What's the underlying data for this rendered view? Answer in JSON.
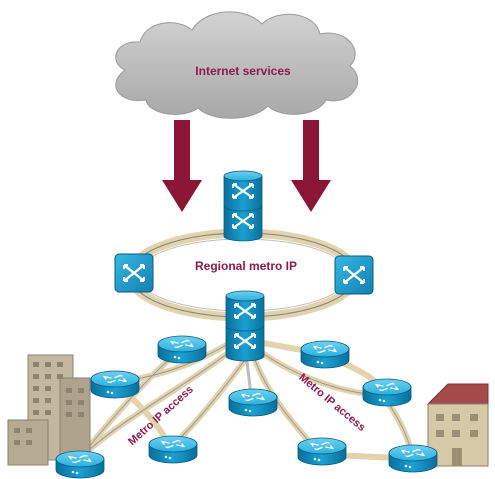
{
  "cloud": {
    "label": "Internet services"
  },
  "regional_ring": {
    "label": "Regional metro IP"
  },
  "access_left": {
    "label": "Metro IP access"
  },
  "access_right": {
    "label": "Metro IP access"
  },
  "colors": {
    "arrow": "#8a1535",
    "label": "#8e1a4e",
    "cloud": "#bcbcbc",
    "device": "#1d9fcf",
    "ring": "#e4d6b4"
  },
  "icons": [
    "cloud-icon",
    "down-arrow-icon",
    "multilayer-switch-icon",
    "router-icon",
    "office-building-icon",
    "house-building-icon"
  ]
}
